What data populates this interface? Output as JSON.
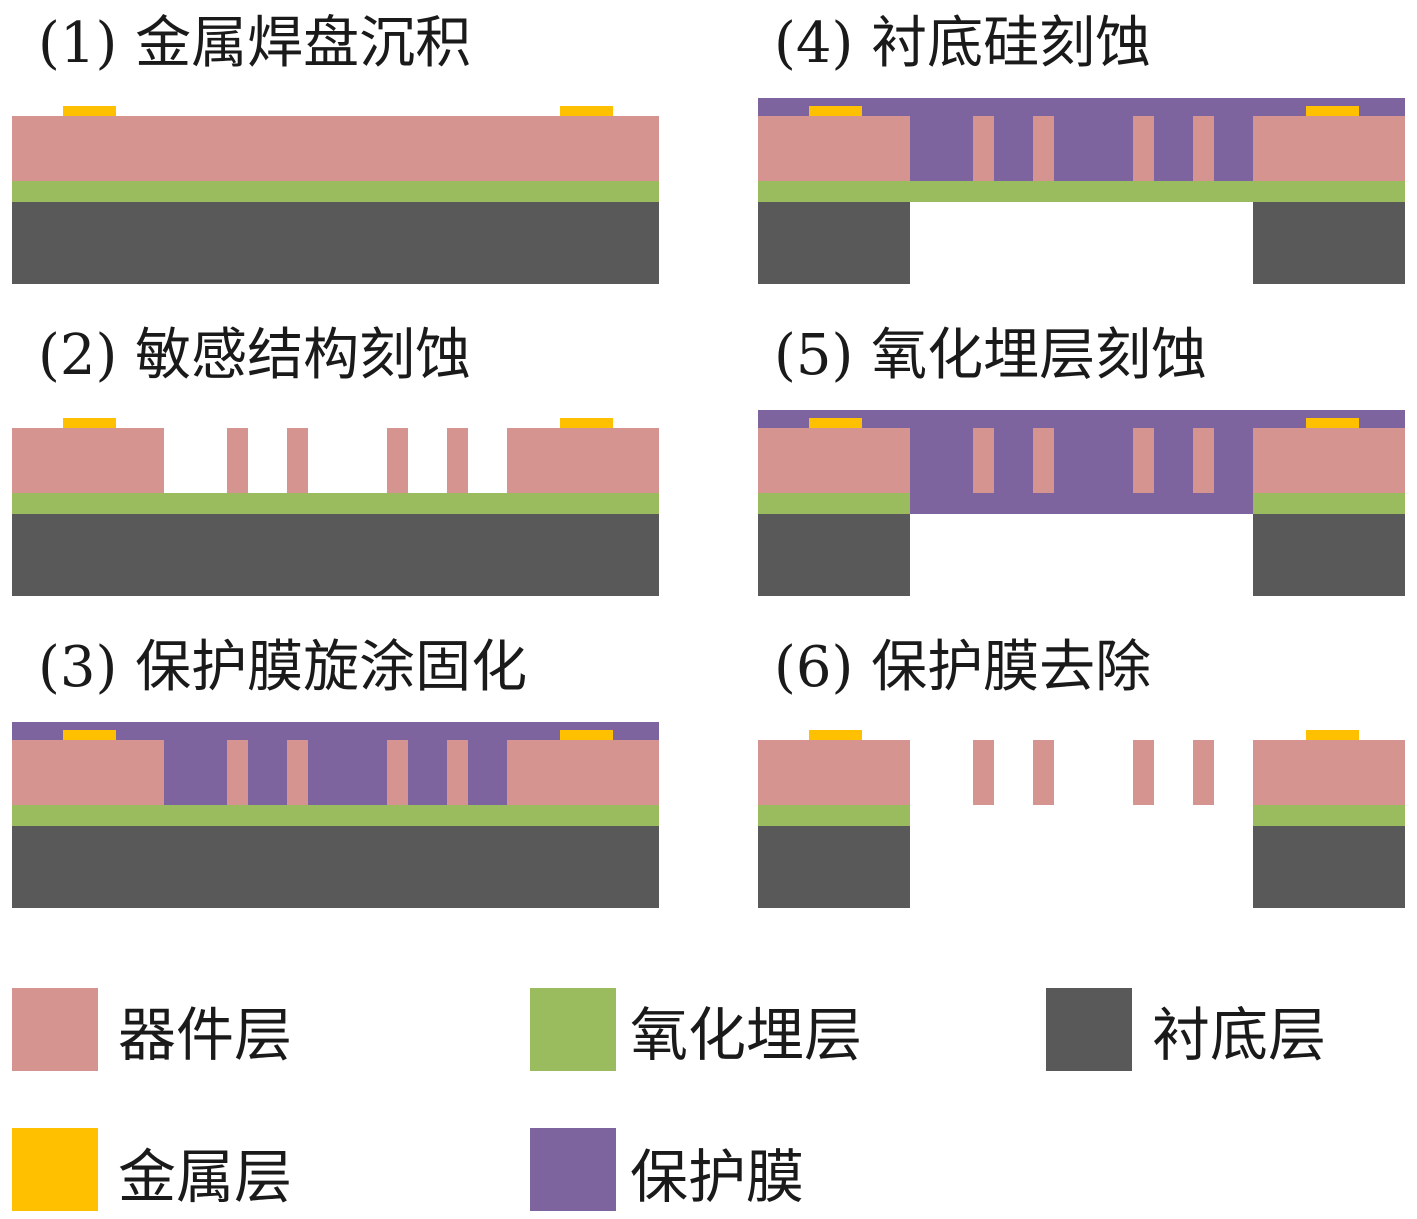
{
  "colors": {
    "device": "#D5948F",
    "oxide": "#9BBB5F",
    "substrate": "#595959",
    "metal": "#FFC000",
    "protective": "#7E649E"
  },
  "steps": [
    {
      "title": "(1) 金属焊盘沉积",
      "film": false,
      "etched": false,
      "cavity": false,
      "oxide_removed": false
    },
    {
      "title": "(2) 敏感结构刻蚀",
      "film": false,
      "etched": true,
      "cavity": false,
      "oxide_removed": false
    },
    {
      "title": "(3) 保护膜旋涂固化",
      "film": true,
      "etched": true,
      "cavity": false,
      "oxide_removed": false
    },
    {
      "title": "(4) 衬底硅刻蚀",
      "film": true,
      "etched": true,
      "cavity": true,
      "oxide_removed": false
    },
    {
      "title": "(5) 氧化埋层刻蚀",
      "film": true,
      "etched": true,
      "cavity": true,
      "oxide_removed": true
    },
    {
      "title": "(6) 保护膜去除",
      "film": false,
      "etched": true,
      "cavity": true,
      "oxide_removed": true
    }
  ],
  "legend": [
    {
      "label": "器件层",
      "color_key": "device"
    },
    {
      "label": "氧化埋层",
      "color_key": "oxide"
    },
    {
      "label": "衬底层",
      "color_key": "substrate"
    },
    {
      "label": "金属层",
      "color_key": "metal"
    },
    {
      "label": "保护膜",
      "color_key": "protective"
    }
  ]
}
